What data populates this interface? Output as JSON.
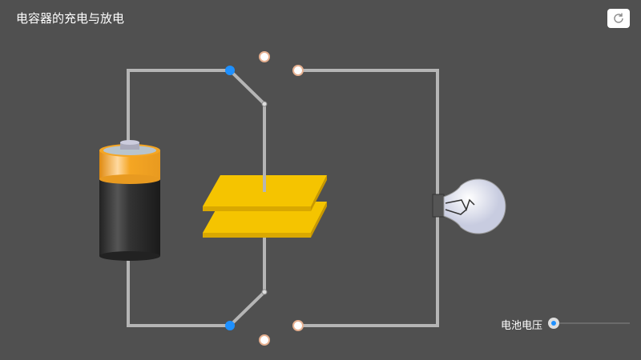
{
  "title": "电容器的充电与放电",
  "reset_icon": "refresh-icon",
  "slider": {
    "label": "电池电压",
    "value": 0
  },
  "colors": {
    "background": "#505050",
    "wire": "#b5b5b5",
    "plate": "#f5c400",
    "pivot": "#1e90ff",
    "battery_top": "#f5a623"
  }
}
